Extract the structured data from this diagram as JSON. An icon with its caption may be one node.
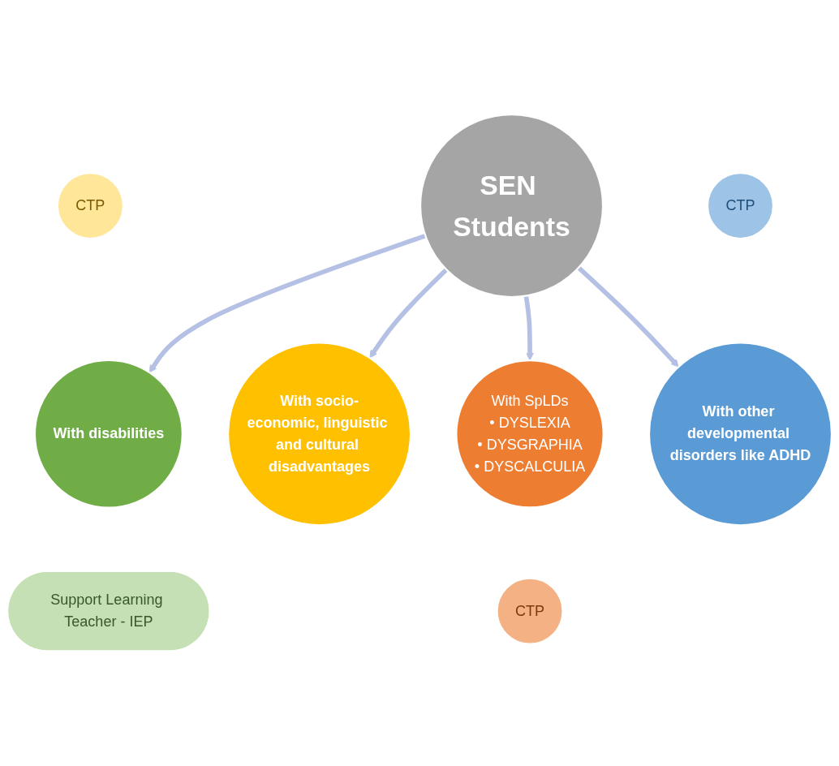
{
  "diagram": {
    "nodes": [
      {
        "text": [
          "With disabilities"
        ]
      },
      {
        "text": [
          "Support Learning Teacher - IEP"
        ]
      },
      {
        "text": [
          "CTP"
        ]
      },
      {
        "text": [
          "With socio-economic, linguistic and cultural disadvantages"
        ]
      },
      {
        "text": [
          "SEN Students"
        ]
      },
      {
        "text": [
          "With SpLDs",
          "• DYSLEXIA",
          "• DYSGRAPHIA",
          "• DYSCALCULIA"
        ]
      },
      {
        "text": [
          "CTP"
        ]
      },
      {
        "text": [
          "CTP"
        ]
      },
      {
        "text": [
          "With other developmental disorders like ADHD"
        ]
      }
    ],
    "edges": [
      {
        "from": 4,
        "to": 0,
        "arrow": "to"
      },
      {
        "from": 4,
        "to": 3,
        "arrow": "to"
      },
      {
        "from": 4,
        "to": 5,
        "arrow": "to"
      },
      {
        "from": 4,
        "to": 8,
        "arrow": "to"
      }
    ]
  }
}
